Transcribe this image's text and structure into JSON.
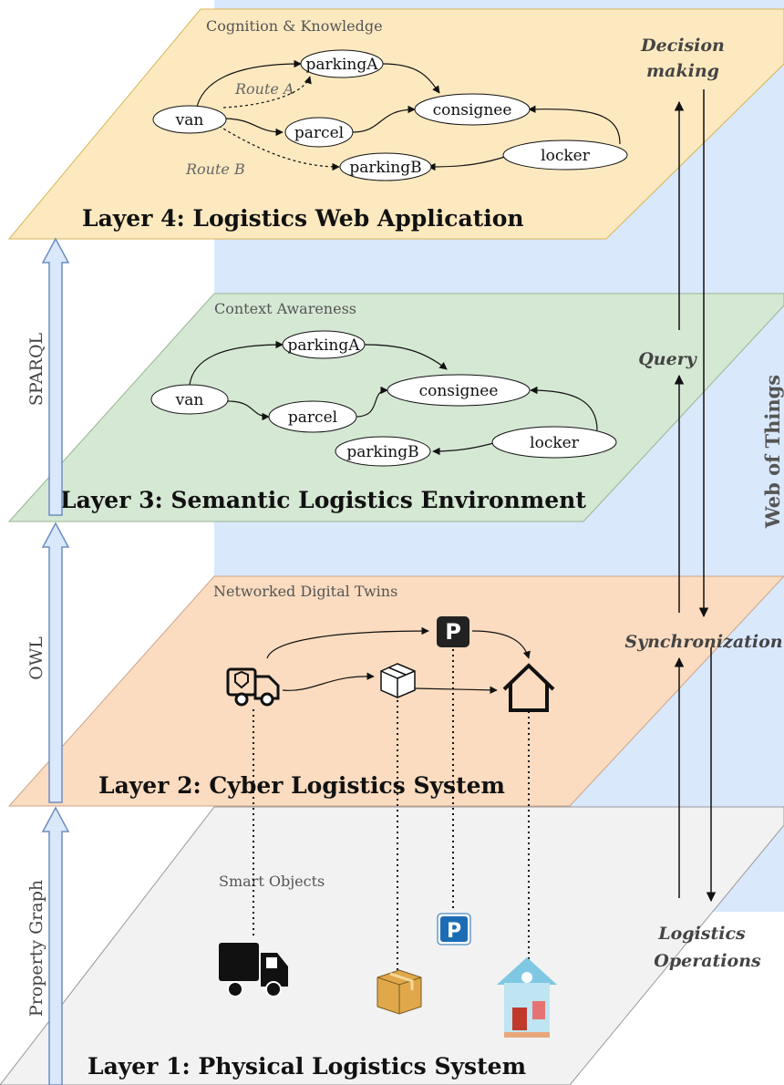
{
  "layers": {
    "l4": {
      "title": "Layer 4: Logistics Web Application",
      "section": "Cognition & Knowledge",
      "fill": "#fde9c0"
    },
    "l3": {
      "title": "Layer 3: Semantic Logistics Environment",
      "section": "Context Awareness",
      "fill": "#d5e8d4"
    },
    "l2": {
      "title": "Layer 2: Cyber Logistics System",
      "section": "Networked Digital Twins",
      "fill": "#fbdcc0"
    },
    "l1": {
      "title": "Layer 1: Physical Logistics System",
      "section": "Smart Objects",
      "fill": "#f2f2f2"
    }
  },
  "graph": {
    "parkingA": "parkingA",
    "parkingB": "parkingB",
    "van": "van",
    "parcel": "parcel",
    "consignee": "consignee",
    "locker": "locker",
    "route_a": "Route A",
    "route_b": "Route B"
  },
  "left_axis": {
    "sparql": "SPARQL",
    "owl": "OWL",
    "property_graph": "Property Graph"
  },
  "right_flow": {
    "decision_1": "Decision",
    "decision_2": "making",
    "query": "Query",
    "synchronization": "Synchronization",
    "operations_1": "Logistics",
    "operations_2": "Operations",
    "web_of_things": "Web of Things"
  },
  "colors": {
    "wot_band": "#dae8fc",
    "arrow_fill": "#dae8fc",
    "arrow_stroke": "#6c8ebf"
  },
  "icons": [
    "truck-icon",
    "package-icon",
    "parking-icon",
    "house-icon"
  ]
}
